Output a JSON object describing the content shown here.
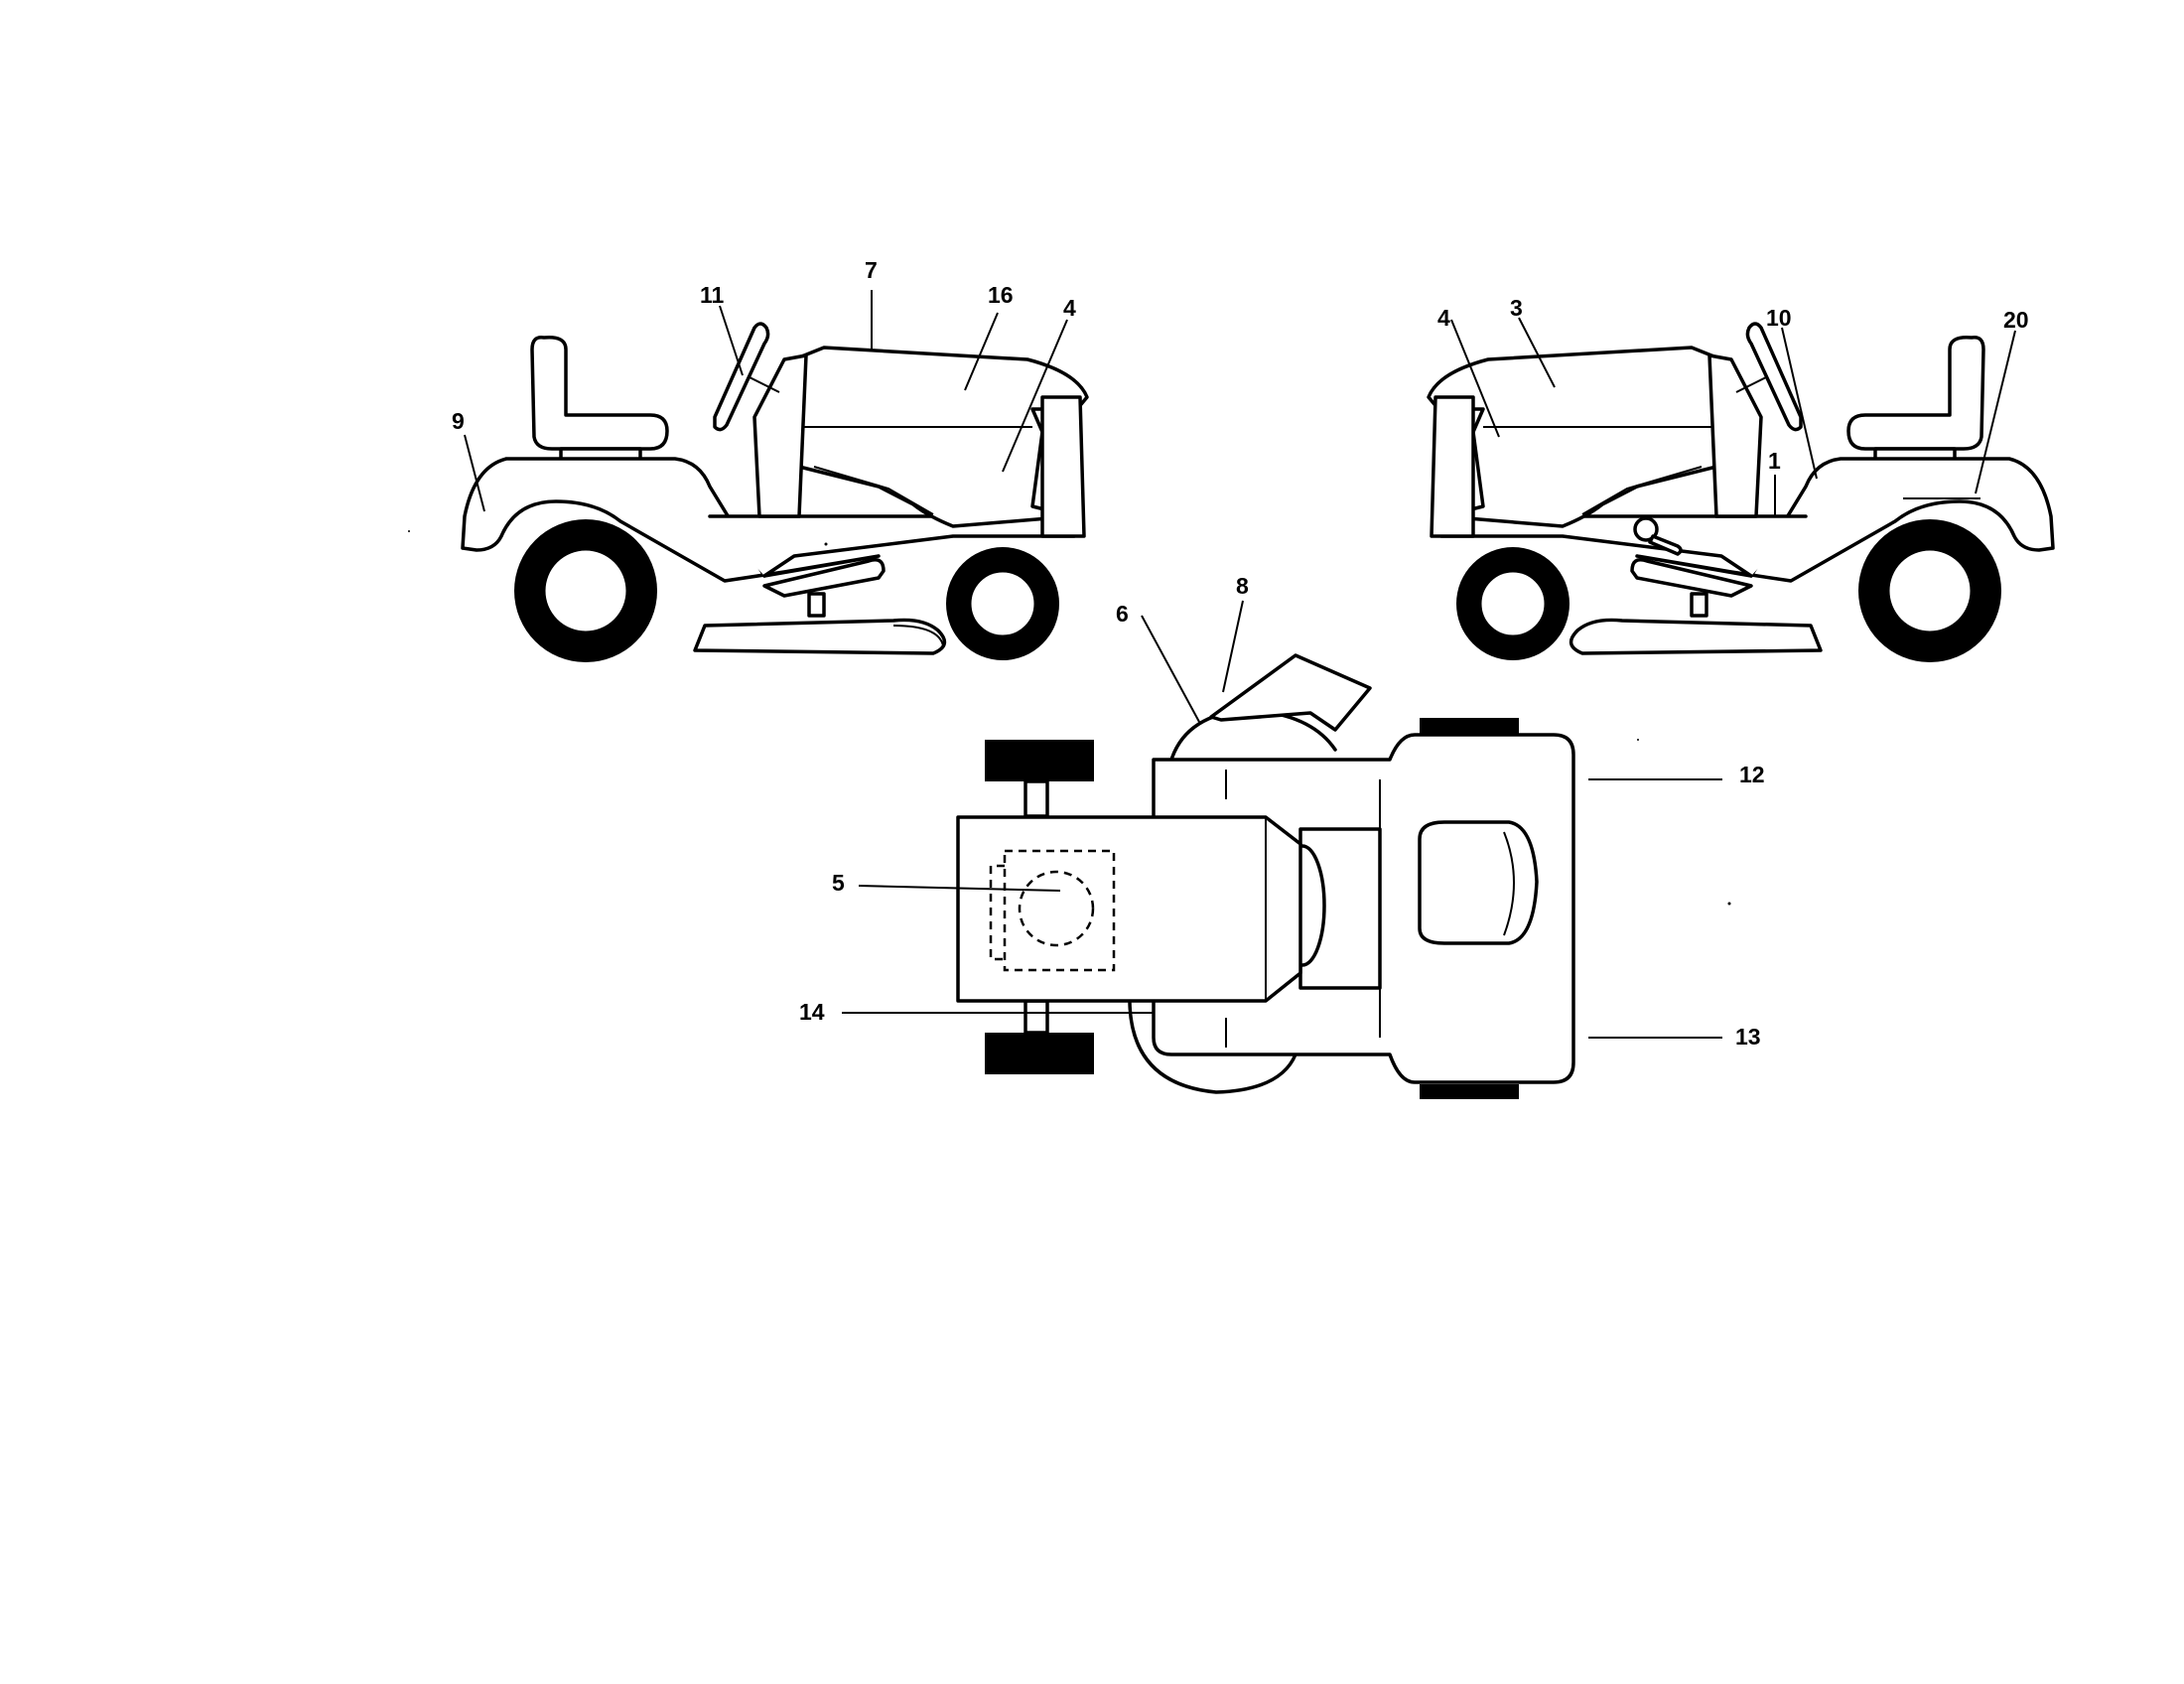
{
  "colors": {
    "line": "#000000",
    "background": "#ffffff"
  },
  "callouts": {
    "left_view": {
      "c9": "9",
      "c11": "11",
      "c7": "7",
      "c16": "16",
      "c4": "4"
    },
    "right_view": {
      "c4": "4",
      "c3": "3",
      "c10": "10",
      "c1": "1",
      "c20": "20"
    },
    "top_view": {
      "c6": "6",
      "c8": "8",
      "c5": "5",
      "c14": "14",
      "c12": "12",
      "c13": "13"
    }
  }
}
